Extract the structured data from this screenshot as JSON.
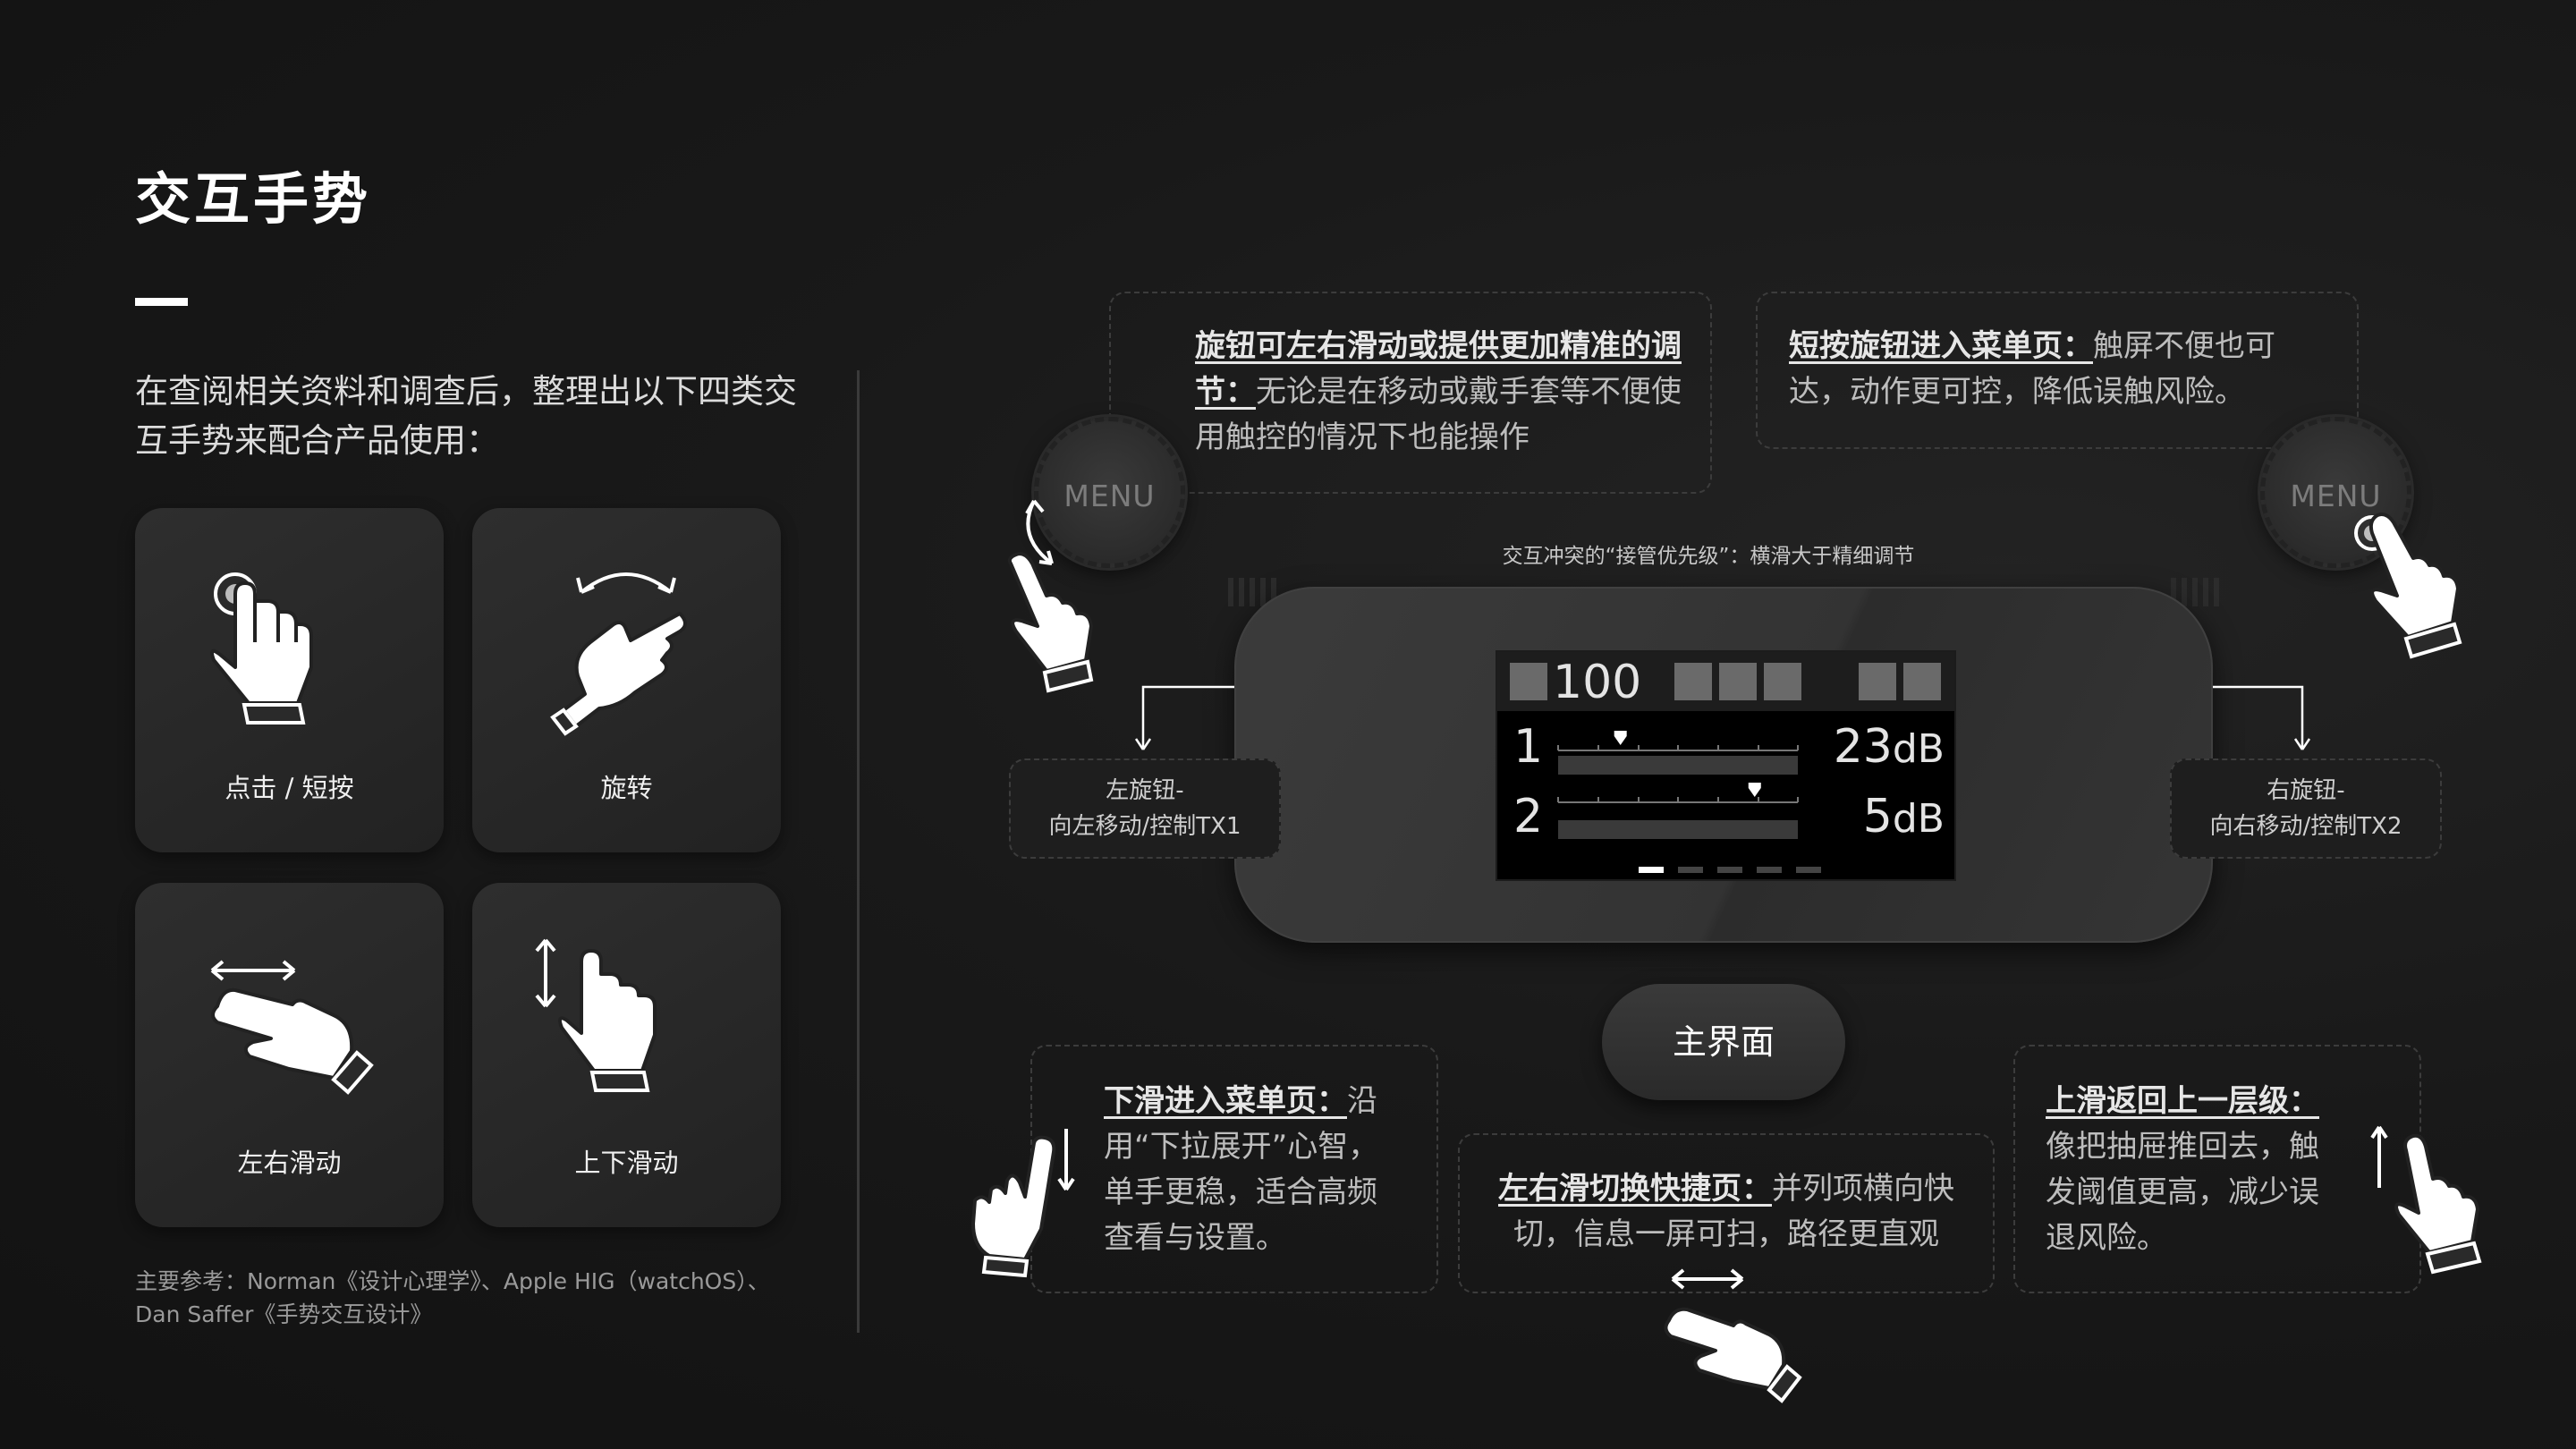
{
  "title": "交互手势",
  "intro": "在查阅相关资料和调查后，整理出以下四类交互手势来配合产品使用：",
  "gestures": [
    {
      "label": "点击 / 短按",
      "icon": "tap-hand-icon"
    },
    {
      "label": "旋转",
      "icon": "rotate-hand-icon"
    },
    {
      "label": "左右滑动",
      "icon": "horizontal-swipe-hand-icon"
    },
    {
      "label": "上下滑动",
      "icon": "vertical-swipe-hand-icon"
    }
  ],
  "references": "主要参考：Norman《设计心理学》、Apple HIG（watchOS）、Dan Saffer《手势交互设计》",
  "annotations": {
    "knob_rotate": {
      "heading": "旋钮可左右滑动或提供更加精准的调节：",
      "body": "无论是在移动或戴手套等不便使用触控的情况下也能操作"
    },
    "knob_press": {
      "heading": "短按旋钮进入菜单页：",
      "body": "触屏不便也可达，动作更可控，降低误触风险。"
    },
    "priority": "交互冲突的“接管优先级”：横滑大于精细调节",
    "left_knob": {
      "line1": "左旋钮-",
      "line2": "向左移动/控制TX1"
    },
    "right_knob": {
      "line1": "右旋钮-",
      "line2": "向右移动/控制TX2"
    },
    "swipe_down": {
      "heading": "下滑进入菜单页：",
      "body": "沿用“下拉展开”心智，单手更稳，适合高频查看与设置。"
    },
    "swipe_lr": {
      "heading": "左右滑切换快捷页：",
      "body": "并列项横向快切，信息一屏可扫，路径更直观"
    },
    "swipe_up": {
      "heading": "上滑返回上一层级：",
      "body": "像把抽屉推回去，触发阈值更高，减少误退风险。"
    }
  },
  "knob_label": "MENU",
  "screen": {
    "top_value": "100",
    "channels": [
      {
        "index": "1",
        "value": "23",
        "unit": "dB",
        "level": 0.26
      },
      {
        "index": "2",
        "value": "5",
        "unit": "dB",
        "level": 0.82
      }
    ],
    "page_count": 5,
    "active_page": 1
  },
  "main_button": "主界面",
  "colors": {
    "background": "#161616",
    "card": "#262626",
    "accent": "#ffffff",
    "muted": "#9a9a9a"
  }
}
